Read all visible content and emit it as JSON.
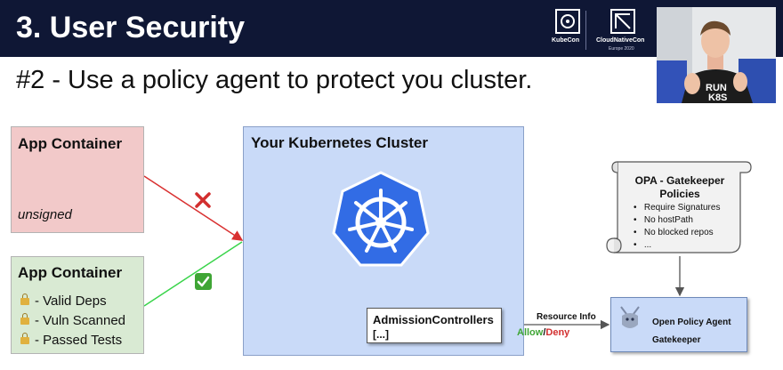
{
  "header": {
    "title": "3. User Security"
  },
  "logos": {
    "kubecon": "KubeCon",
    "cloudnative": "CloudNativeCon",
    "event": "Europe 2020"
  },
  "subtitle": "#2 -  Use a policy agent to protect you cluster.",
  "app_unsigned": {
    "title": "App Container",
    "note": "unsigned"
  },
  "app_signed": {
    "title": "App Container",
    "checks": [
      "- Valid Deps",
      "- Vuln Scanned",
      "- Passed Tests"
    ]
  },
  "cluster": {
    "title": "Your Kubernetes Cluster"
  },
  "admission": {
    "line1": "AdmissionControllers",
    "line2": "[...]"
  },
  "flow": {
    "resource_info": "Resource Info",
    "allow": "Allow",
    "slash": "/",
    "deny": "Deny"
  },
  "policies": {
    "title_line1": "OPA - Gatekeeper",
    "title_line2": "Policies",
    "items": [
      "Require Signatures",
      "No hostPath",
      "No blocked repos",
      "..."
    ]
  },
  "opa": {
    "name": "Open Policy Agent",
    "product": "Gatekeeper"
  },
  "webcam": {
    "shirt_line1": "RUN",
    "shirt_line2": "K8S"
  },
  "colors": {
    "header_bg": "#0f1735",
    "unsigned_bg": "#f2c9c9",
    "signed_bg": "#d9ead3",
    "cluster_bg": "#c9daf8",
    "k8s_blue": "#326ce5",
    "allow": "#3fa535",
    "deny": "#d22f2f",
    "reject_line": "#d93030",
    "accept_line": "#39d44a"
  }
}
